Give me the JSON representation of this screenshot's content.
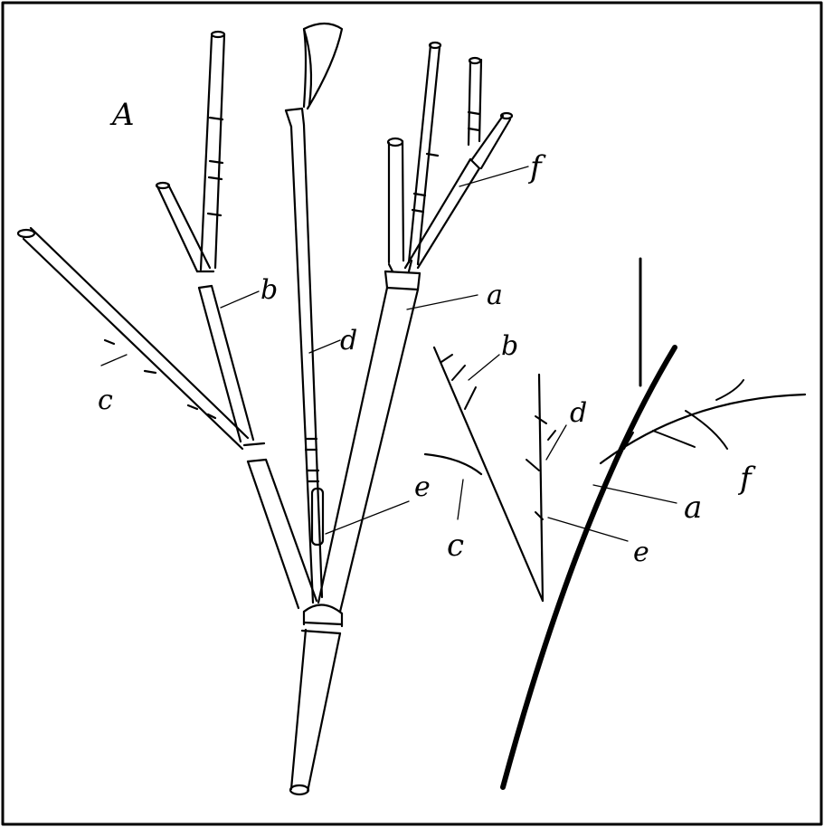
{
  "figure": {
    "panel_label": "A",
    "left_drawing_labels": {
      "a": "a",
      "b": "b",
      "c": "c",
      "d": "d",
      "e": "e",
      "f": "f"
    },
    "right_diagram_labels": {
      "a": "a",
      "b": "b",
      "c": "c",
      "d": "d",
      "e": "e",
      "f": "f"
    }
  }
}
